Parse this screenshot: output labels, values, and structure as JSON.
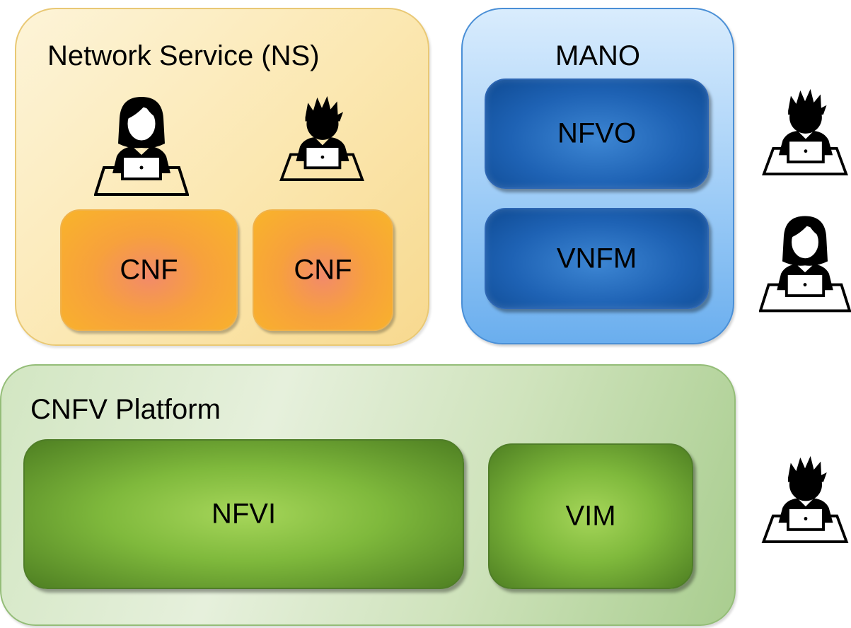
{
  "network_service": {
    "title": "Network Service (NS)",
    "cnf_1": "CNF",
    "cnf_2": "CNF"
  },
  "mano": {
    "title": "MANO",
    "nfvo": "NFVO",
    "vnfm": "VNFM"
  },
  "cnfv_platform": {
    "title": "CNFV Platform",
    "nfvi": "NFVI",
    "vim": "VIM"
  },
  "colors": {
    "ns_fill": "#fbe7b0",
    "cnf_fill": "#f7a13c",
    "mano_fill": "#9fcdf7",
    "mano_block_fill": "#1e62b4",
    "platform_fill": "#d2e6c2",
    "platform_block_fill": "#7fb93c",
    "icon": "#000000"
  },
  "icons": {
    "woman": "person-woman-laptop-icon",
    "man": "person-man-laptop-icon"
  }
}
